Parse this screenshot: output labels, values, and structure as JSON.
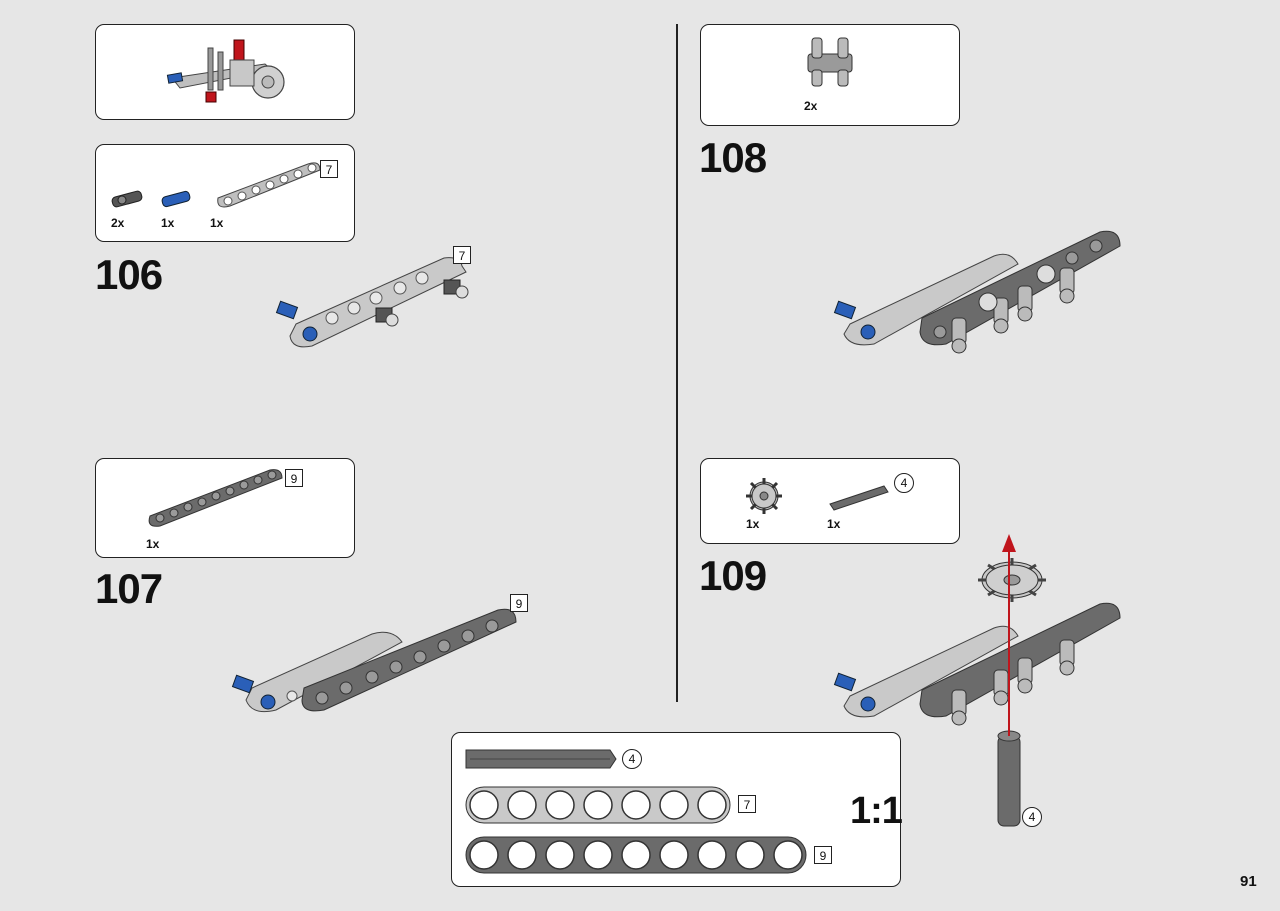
{
  "page_number": "91",
  "steps": {
    "s106": "106",
    "s107": "107",
    "s108": "108",
    "s109": "109"
  },
  "parts_106": {
    "q1": "2x",
    "q2": "1x",
    "q3": "1x",
    "size": "7"
  },
  "model_106": {
    "size": "7"
  },
  "parts_107": {
    "q1": "1x",
    "size": "9"
  },
  "model_107": {
    "size": "9"
  },
  "parts_108": {
    "q1": "2x"
  },
  "parts_109": {
    "q1": "1x",
    "q2": "1x",
    "axle_size": "4"
  },
  "model_109": {
    "axle_size": "4"
  },
  "ruler": {
    "ratio": "1:1",
    "axle": "4",
    "beam7": "7",
    "beam9": "9"
  },
  "colors": {
    "blue": "#2a5fb8",
    "red": "#c0151c",
    "light_grey": "#bfbfbf",
    "dark_grey": "#6b6b6b"
  }
}
